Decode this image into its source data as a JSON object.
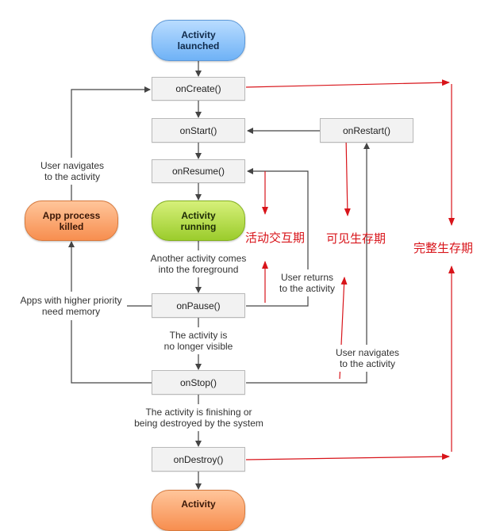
{
  "nodes": {
    "activity_launched": "Activity\nlaunched",
    "on_create": "onCreate()",
    "on_start": "onStart()",
    "on_restart": "onRestart()",
    "on_resume": "onResume()",
    "activity_running": "Activity\nrunning",
    "app_process_killed": "App process\nkilled",
    "on_pause": "onPause()",
    "on_stop": "onStop()",
    "on_destroy": "onDestroy()",
    "activity_shut_down": "Activity"
  },
  "labels": {
    "user_navigates_to_activity_left": "User navigates\nto the activity",
    "another_activity_foreground": "Another activity comes\ninto the foreground",
    "user_returns": "User returns\nto the activity",
    "higher_priority_memory": "Apps with higher priority\nneed memory",
    "no_longer_visible": "The activity is\nno longer visible",
    "user_navigates_to_activity_right": "User navigates\nto the activity",
    "finishing_or_destroyed": "The activity is finishing or\nbeing destroyed by the system"
  },
  "annotations": {
    "foreground_lifetime": "活动交互期",
    "visible_lifetime": "可见生存期",
    "entire_lifetime": "完整生存期"
  },
  "colors": {
    "annotation": "#d8141a",
    "arrow": "#444444"
  }
}
